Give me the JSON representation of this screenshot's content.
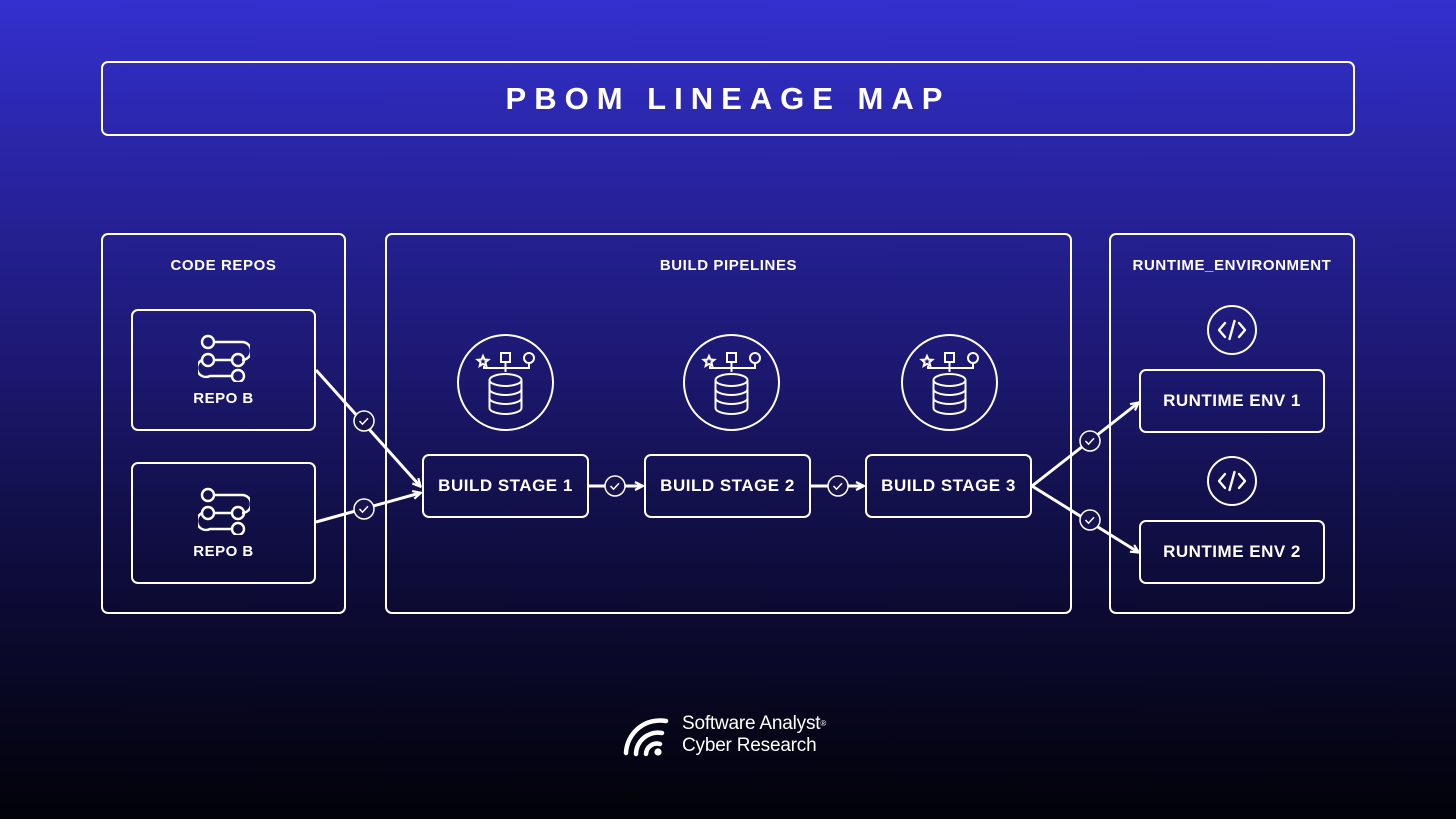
{
  "title": "PBOM LINEAGE MAP",
  "panels": {
    "code_repos": {
      "label": "CODE REPOS",
      "repos": [
        {
          "label": "REPO B",
          "icon": "git-branch-icon"
        },
        {
          "label": "REPO B",
          "icon": "git-branch-icon"
        }
      ]
    },
    "build_pipelines": {
      "label": "BUILD PIPELINES",
      "stages": [
        {
          "label": "BUILD STAGE 1",
          "icon": "database-icon"
        },
        {
          "label": "BUILD STAGE 2",
          "icon": "database-icon"
        },
        {
          "label": "BUILD STAGE 3",
          "icon": "database-icon"
        }
      ]
    },
    "runtime": {
      "label": "RUNTIME_ENVIRONMENT",
      "envs": [
        {
          "label": "RUNTIME ENV 1",
          "icon": "code-icon"
        },
        {
          "label": "RUNTIME ENV 2",
          "icon": "code-icon"
        }
      ]
    }
  },
  "connector_icon": "check-circle-icon",
  "brand": {
    "line1": "Software Analyst",
    "trademark": "®",
    "line2": "Cyber Research",
    "icon": "signal-icon"
  },
  "colors": {
    "background_top": "#3330cf",
    "background_bottom": "#020208",
    "stroke": "#ffffff"
  }
}
